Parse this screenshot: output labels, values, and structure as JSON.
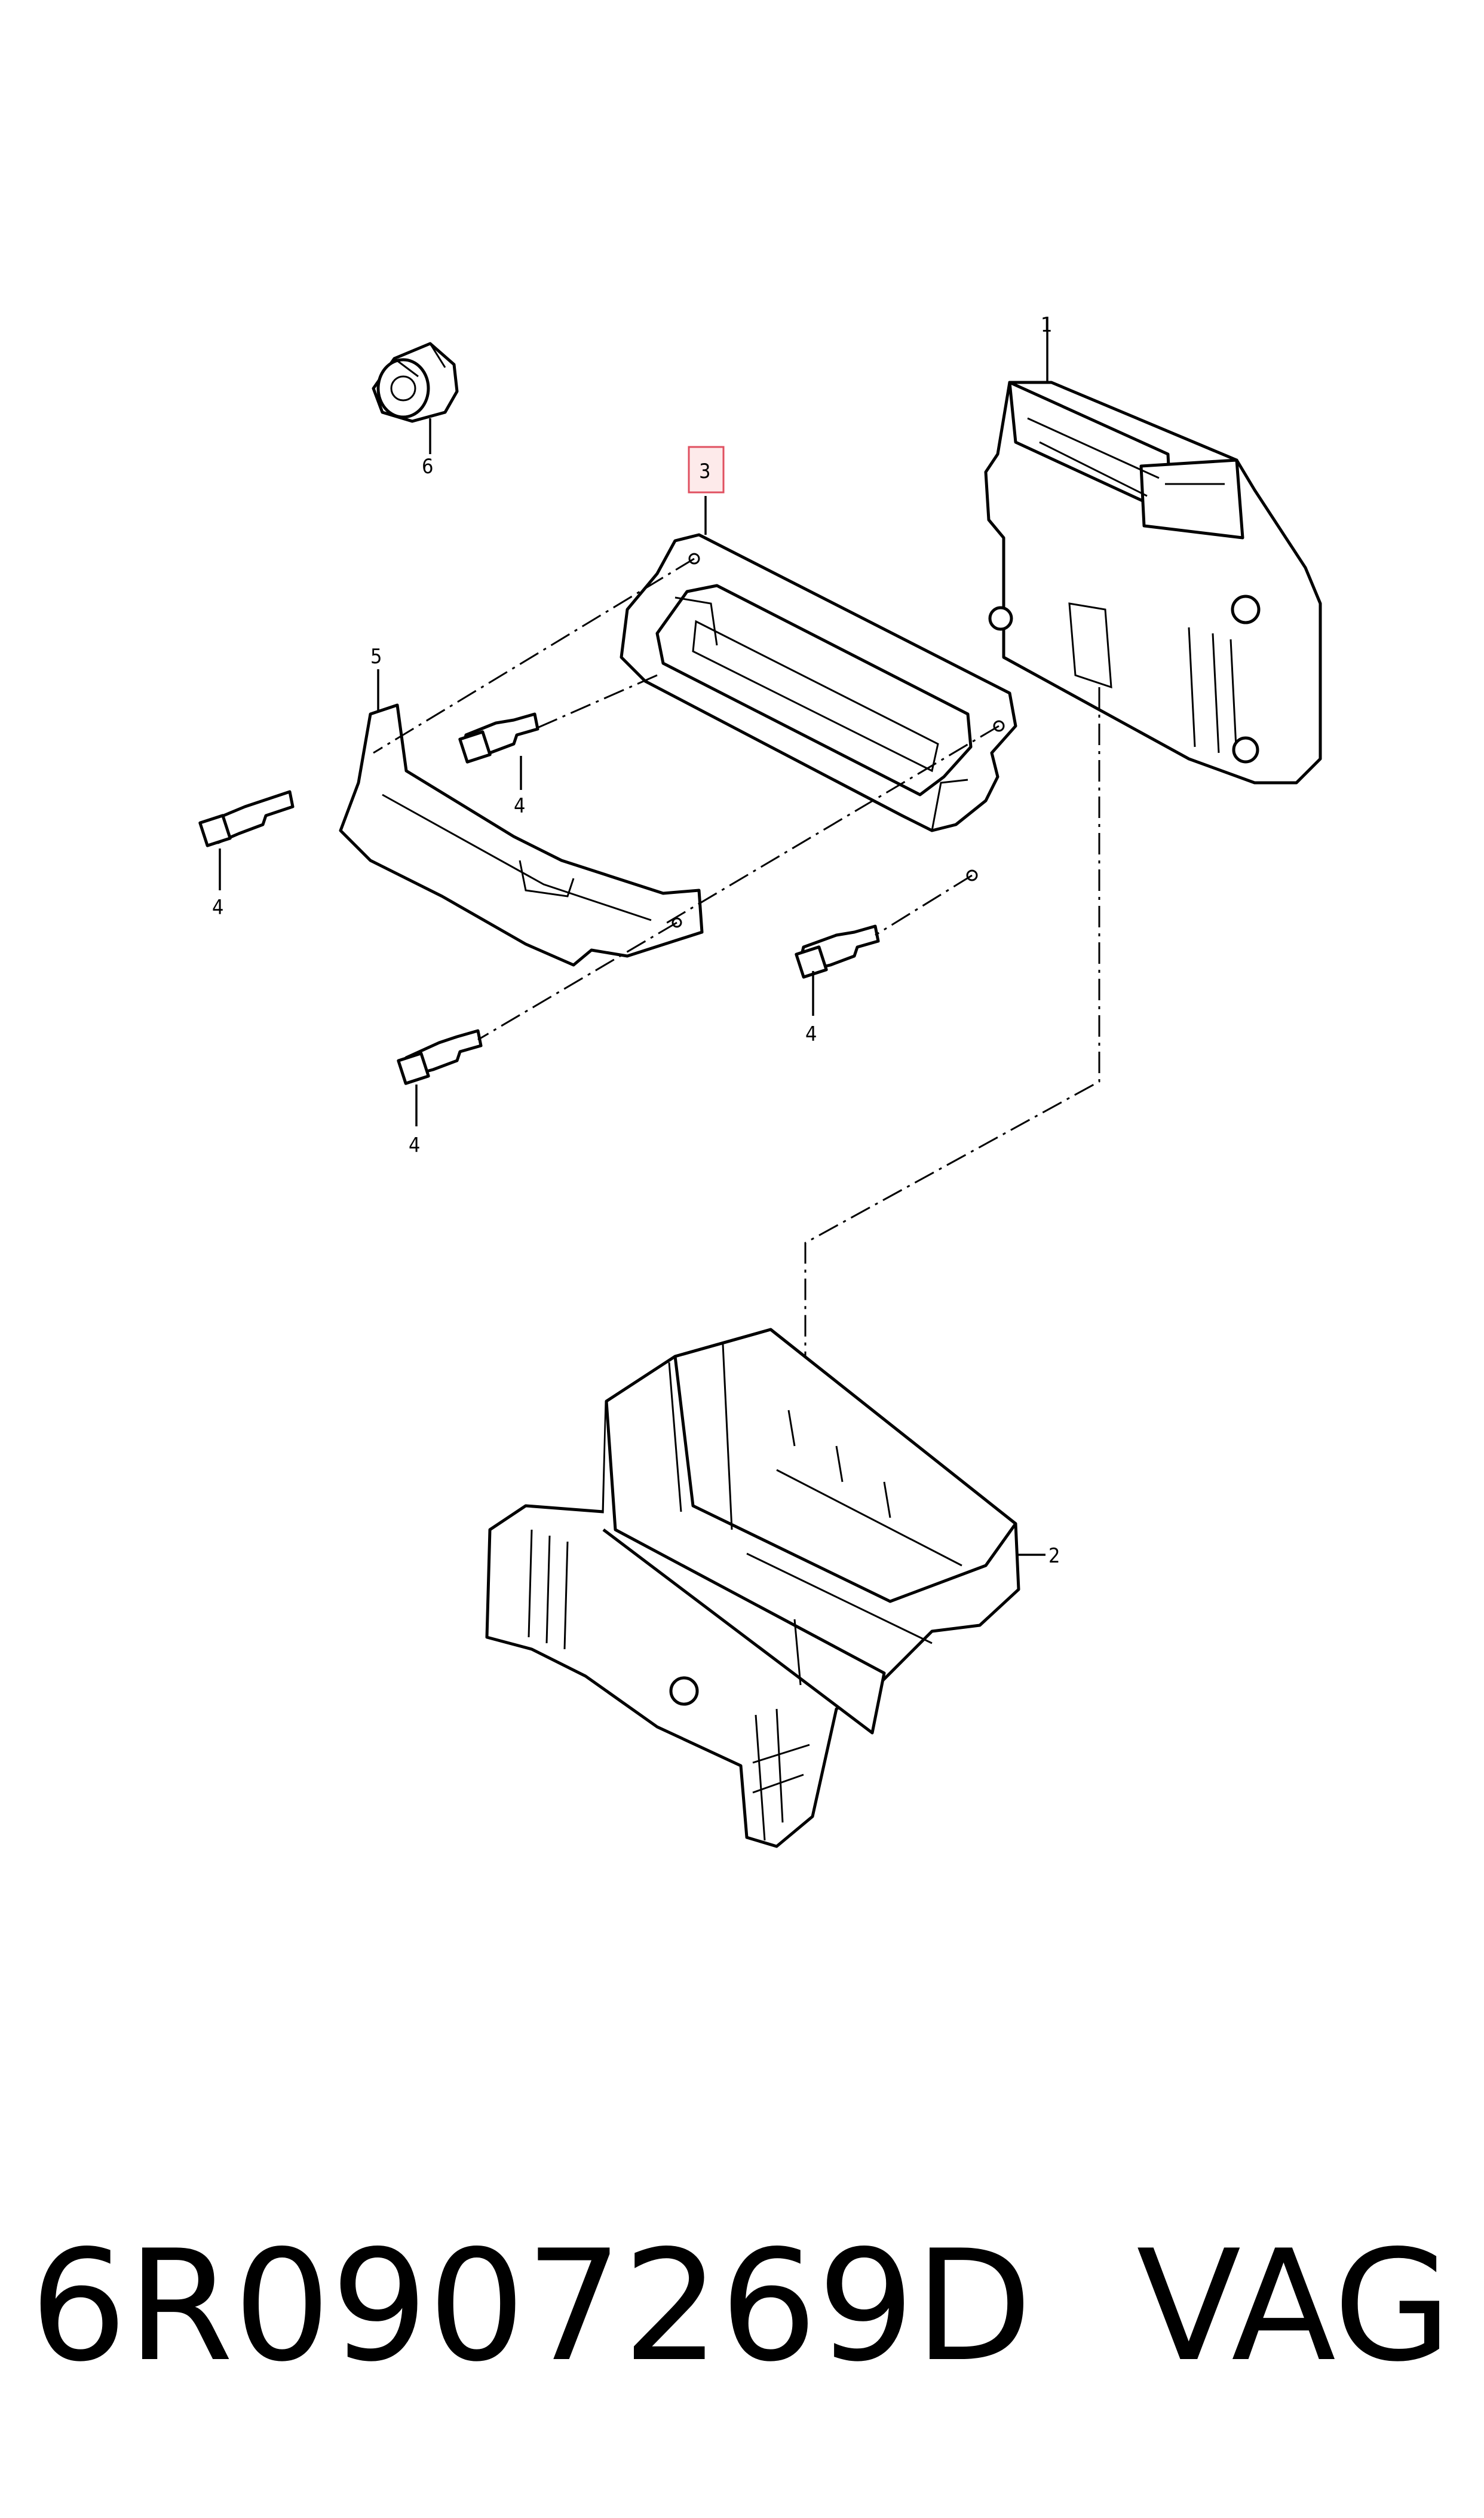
{
  "diagram": {
    "callouts": {
      "part_1": "1",
      "part_2": "2",
      "part_3": "3",
      "part_4a": "4",
      "part_4b": "4",
      "part_4c": "4",
      "part_4d": "4",
      "part_5": "5",
      "part_6": "6"
    },
    "highlight_color": "#e05060",
    "highlighted_part": "3"
  },
  "footer": {
    "part_number": "6R0907269D",
    "brand": "VAG"
  }
}
